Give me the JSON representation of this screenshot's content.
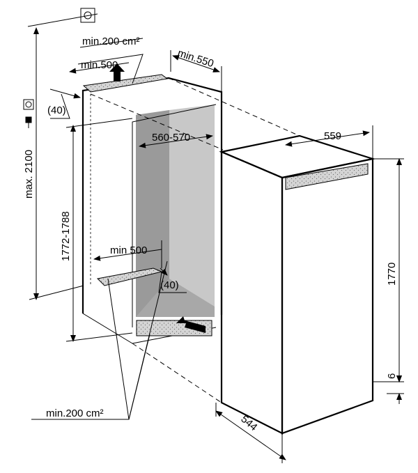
{
  "title": "Built-in installation dimensions",
  "labels": {
    "top_vent_area": "min.200 cm²",
    "top_vent_width": "min.500",
    "niche_depth": "min.550",
    "top_gap": "(40)",
    "niche_width": "560-570",
    "max_height": "max. 2100",
    "niche_height": "1772-1788",
    "bottom_vent_width": "min 500",
    "bottom_gap": "(40)",
    "appliance_width": "559",
    "appliance_height": "1770",
    "plinth_offset": "6",
    "appliance_depth": "544",
    "bottom_vent_area": "min.200 cm²"
  },
  "colors": {
    "wall_dark": "#9a9a9a",
    "wall_light": "#c8c8c8",
    "vent": "#cfcfcf"
  }
}
